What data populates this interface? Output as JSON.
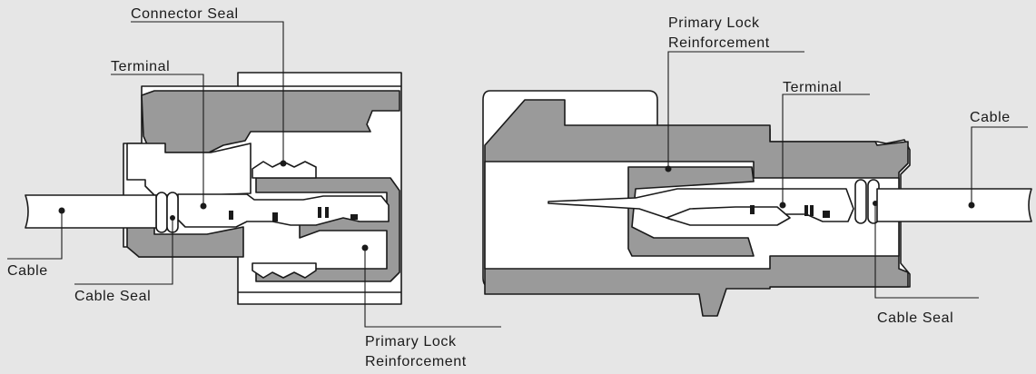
{
  "left_diagram": {
    "labels": {
      "connector_seal": "Connector Seal",
      "terminal": "Terminal",
      "cable": "Cable",
      "cable_seal": "Cable Seal",
      "primary_lock_line1": "Primary Lock",
      "primary_lock_line2": "Reinforcement"
    }
  },
  "right_diagram": {
    "labels": {
      "primary_lock_line1": "Primary Lock",
      "primary_lock_line2": "Reinforcement",
      "terminal": "Terminal",
      "cable": "Cable",
      "cable_seal": "Cable Seal"
    }
  },
  "colors": {
    "background": "#e6e6e6",
    "housing_gray": "#9a9a9a",
    "outline": "#1a1a1a",
    "fill_white": "#ffffff"
  }
}
